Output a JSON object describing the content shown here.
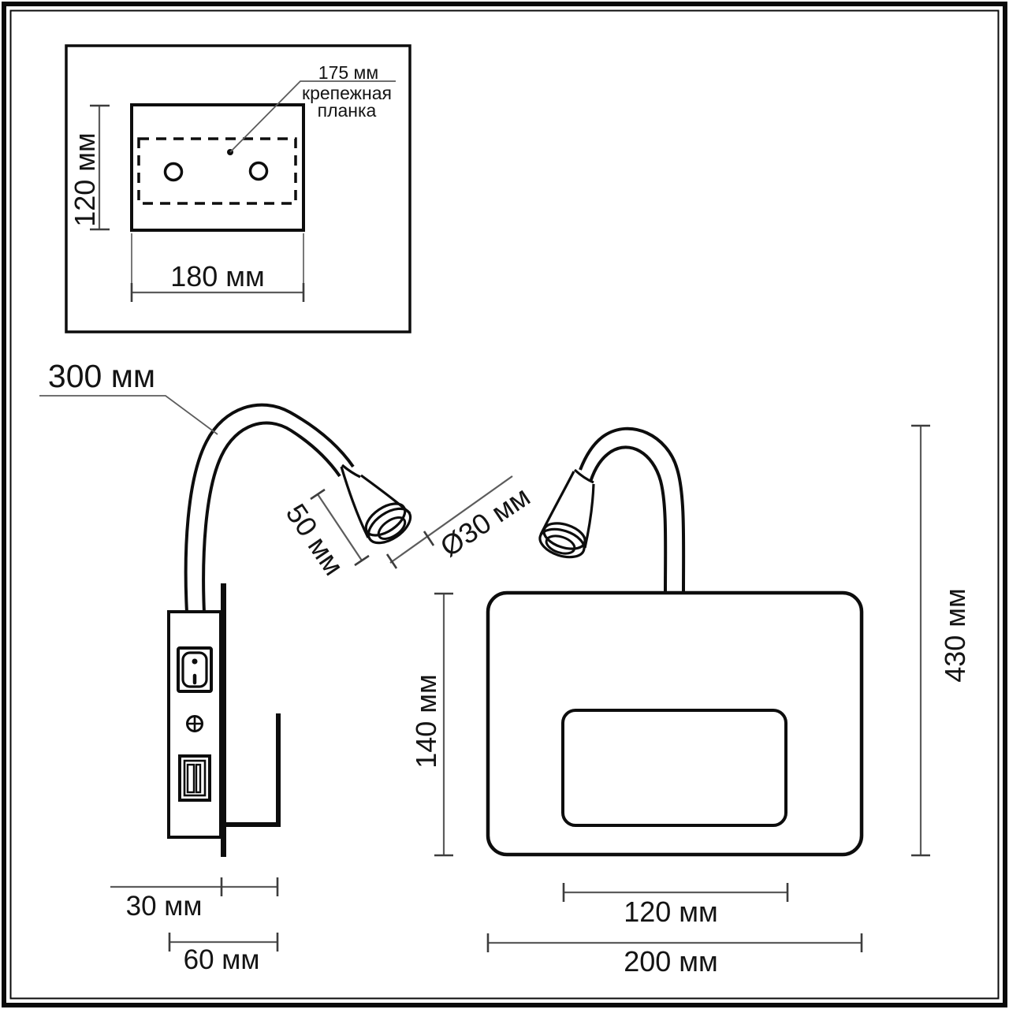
{
  "drawing": {
    "inset": {
      "plate_center_distance": "175 мм",
      "mount_label_line1": "крепежная",
      "mount_label_line2": "планка",
      "plate_height": "120 мм",
      "plate_width": "180 мм"
    },
    "side_view": {
      "flex_arm_length": "300 мм",
      "head_length": "50 мм",
      "head_diameter": "Ø30 мм",
      "wall_plate_depth": "30 мм",
      "total_depth": "60 мм"
    },
    "front_view": {
      "body_height": "140 мм",
      "total_height": "430 мм",
      "niche_width": "120 мм",
      "body_width": "200 мм"
    }
  }
}
